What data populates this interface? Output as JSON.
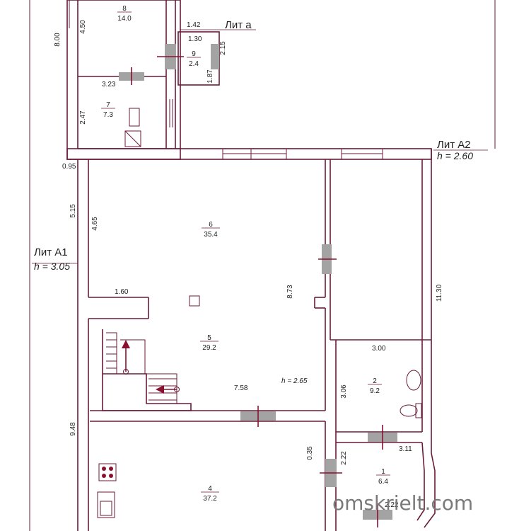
{
  "plan": {
    "lit_a": "Лит а",
    "lit_a1": "Лит А1",
    "lit_a1_h": "h = 3.05",
    "lit_a2": "Лит А2",
    "lit_a2_h": "h = 2.60",
    "h_room5": "h = 2.65",
    "rooms": [
      {
        "num": "8",
        "area": "14.0"
      },
      {
        "num": "9",
        "area": "2.4"
      },
      {
        "num": "7",
        "area": "7.3"
      },
      {
        "num": "6",
        "area": "35.4"
      },
      {
        "num": "5",
        "area": "29.2"
      },
      {
        "num": "2",
        "area": "9.2"
      },
      {
        "num": "4",
        "area": "37.2"
      },
      {
        "num": "1",
        "area": "6.4"
      }
    ],
    "dimensions": [
      "8.00",
      "4.50",
      "1.42",
      "1.30",
      "2.15",
      "1.87",
      "3.23",
      "2.47",
      "0.95",
      "5.15",
      "4.65",
      "1.60",
      "8.73",
      "11.30",
      "3.00",
      "3.06",
      "7.58",
      "9.48",
      "0.35",
      "2.22",
      "3.11",
      "2.22"
    ],
    "watermark": "omskrielt.com"
  }
}
